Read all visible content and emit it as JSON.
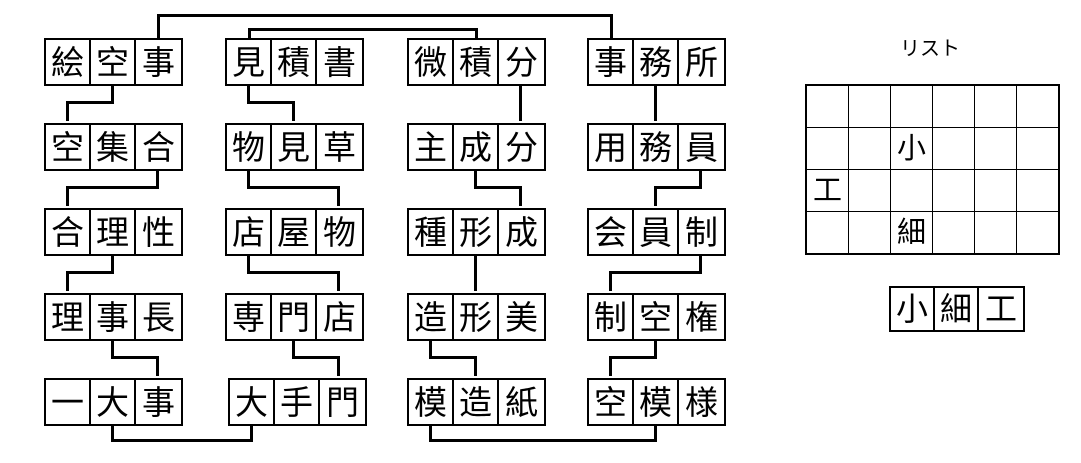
{
  "puzzle": {
    "type": "kanji-shiritori-chain-puzzle",
    "columns": [
      {
        "id": "column-1",
        "words": [
          {
            "id": "w1-1",
            "text": "絵空事",
            "chars": [
              "絵",
              "空",
              "事"
            ]
          },
          {
            "id": "w1-2",
            "text": "空集合",
            "chars": [
              "空",
              "集",
              "合"
            ]
          },
          {
            "id": "w1-3",
            "text": "合理性",
            "chars": [
              "合",
              "理",
              "性"
            ]
          },
          {
            "id": "w1-4",
            "text": "理事長",
            "chars": [
              "理",
              "事",
              "長"
            ]
          },
          {
            "id": "w1-5",
            "text": "一大事",
            "chars": [
              "一",
              "大",
              "事"
            ]
          }
        ]
      },
      {
        "id": "column-2",
        "words": [
          {
            "id": "w2-1",
            "text": "見積書",
            "chars": [
              "見",
              "積",
              "書"
            ]
          },
          {
            "id": "w2-2",
            "text": "物見草",
            "chars": [
              "物",
              "見",
              "草"
            ]
          },
          {
            "id": "w2-3",
            "text": "店屋物",
            "chars": [
              "店",
              "屋",
              "物"
            ]
          },
          {
            "id": "w2-4",
            "text": "専門店",
            "chars": [
              "専",
              "門",
              "店"
            ]
          },
          {
            "id": "w2-5",
            "text": "大手門",
            "chars": [
              "大",
              "手",
              "門"
            ]
          }
        ]
      },
      {
        "id": "column-3",
        "words": [
          {
            "id": "w3-1",
            "text": "微積分",
            "chars": [
              "微",
              "積",
              "分"
            ]
          },
          {
            "id": "w3-2",
            "text": "主成分",
            "chars": [
              "主",
              "成",
              "分"
            ]
          },
          {
            "id": "w3-3",
            "text": "種形成",
            "chars": [
              "種",
              "形",
              "成"
            ]
          },
          {
            "id": "w3-4",
            "text": "造形美",
            "chars": [
              "造",
              "形",
              "美"
            ]
          },
          {
            "id": "w3-5",
            "text": "模造紙",
            "chars": [
              "模",
              "造",
              "紙"
            ]
          }
        ]
      },
      {
        "id": "column-4",
        "words": [
          {
            "id": "w4-1",
            "text": "事務所",
            "chars": [
              "事",
              "務",
              "所"
            ]
          },
          {
            "id": "w4-2",
            "text": "用務員",
            "chars": [
              "用",
              "務",
              "員"
            ]
          },
          {
            "id": "w4-3",
            "text": "会員制",
            "chars": [
              "会",
              "員",
              "制"
            ]
          },
          {
            "id": "w4-4",
            "text": "制空権",
            "chars": [
              "制",
              "空",
              "権"
            ]
          },
          {
            "id": "w4-5",
            "text": "空模様",
            "chars": [
              "空",
              "模",
              "様"
            ]
          }
        ]
      }
    ]
  },
  "list_panel": {
    "title": "リスト",
    "grid": {
      "rows": 4,
      "cols": 6,
      "cells": [
        [
          "",
          "",
          "",
          "",
          "",
          ""
        ],
        [
          "",
          "",
          "小",
          "",
          "",
          ""
        ],
        [
          "工",
          "",
          "",
          "",
          "",
          ""
        ],
        [
          "",
          "",
          "細",
          "",
          "",
          ""
        ]
      ]
    },
    "answer_word": {
      "text": "小細工",
      "chars": [
        "小",
        "細",
        "工"
      ]
    }
  },
  "colors": {
    "ink": "#000000",
    "background": "#ffffff"
  }
}
